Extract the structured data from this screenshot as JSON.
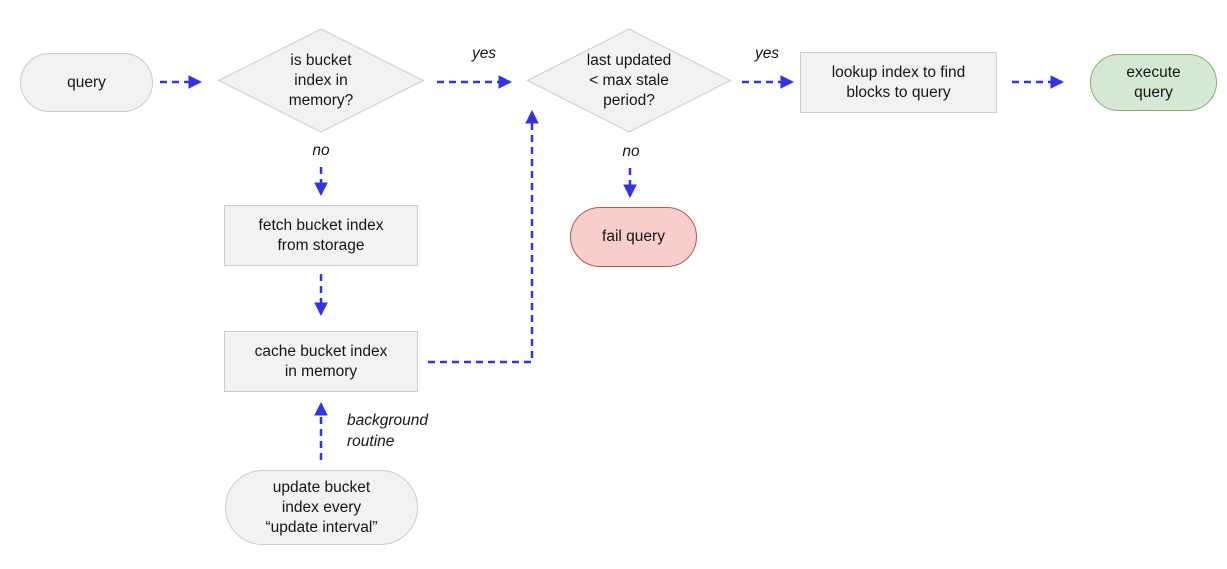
{
  "diagram": {
    "type": "flowchart",
    "background": "#ffffff",
    "nodes": {
      "query": {
        "label": "query",
        "shape": "terminal-pill"
      },
      "memory_check": {
        "label": "is bucket\nindex in\nmemory?",
        "shape": "decision-diamond"
      },
      "stale_check": {
        "label": "last updated\n< max stale\nperiod?",
        "shape": "decision-diamond"
      },
      "lookup": {
        "label": "lookup index to find\nblocks to query",
        "shape": "process-rect"
      },
      "execute": {
        "label": "execute\nquery",
        "shape": "terminal-pill-success"
      },
      "fetch": {
        "label": "fetch bucket index\nfrom storage",
        "shape": "process-rect"
      },
      "cache": {
        "label": "cache bucket index\nin memory",
        "shape": "process-rect"
      },
      "fail": {
        "label": "fail query",
        "shape": "terminal-pill-failure"
      },
      "update": {
        "label": "update bucket\nindex every\n“update interval”",
        "shape": "terminal-pill"
      }
    },
    "edge_labels": {
      "memory_yes": "yes",
      "memory_no": "no",
      "stale_yes": "yes",
      "stale_no": "no",
      "background_routine": "background\nroutine"
    },
    "colors": {
      "node_fill": "#f2f2f2",
      "node_border": "#cccccc",
      "success_fill": "#d5e8d4",
      "success_border": "#82b366",
      "failure_fill": "#f8cecc",
      "failure_border": "#b85450",
      "arrow": "#3333e6",
      "text": "#161616"
    }
  }
}
